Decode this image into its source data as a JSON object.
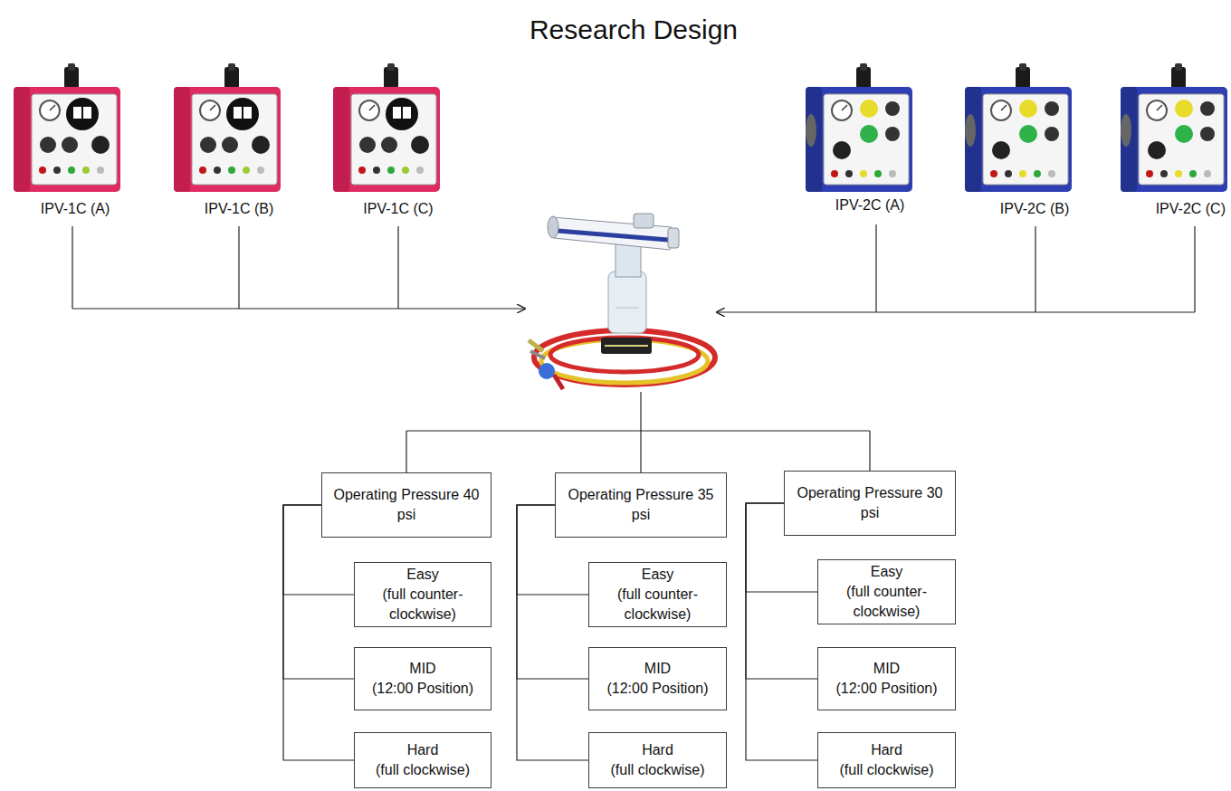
{
  "diagram": {
    "title": "Research Design",
    "nodes": [
      {
        "text": [
          "Operating Pressure 40 psi"
        ]
      },
      {
        "text": [
          "Easy",
          "(full counter-clockwise)"
        ]
      },
      {
        "text": [
          "MID",
          "(12:00 Position)"
        ]
      },
      {
        "text": [
          "Hard",
          "(full clockwise)"
        ]
      },
      {
        "text": [
          "Operating Pressure 35 psi"
        ]
      },
      {
        "text": [
          "Easy",
          "(full counter-clockwise)"
        ]
      },
      {
        "text": [
          "MID",
          "(12:00 Position)"
        ]
      },
      {
        "text": [
          "Hard",
          "(full clockwise)"
        ]
      },
      {
        "text": [
          "Operating Pressure 30 psi"
        ]
      },
      {
        "text": [
          "Easy",
          "(full counter-clockwise)"
        ]
      },
      {
        "text": [
          "MID",
          "(12:00 Position)"
        ]
      },
      {
        "text": [
          "Hard",
          "(full clockwise)"
        ]
      }
    ],
    "edges": [
      {
        "from": 0,
        "to": 1,
        "arrow": "none"
      },
      {
        "from": 0,
        "to": 2,
        "arrow": "none"
      },
      {
        "from": 0,
        "to": 3,
        "arrow": "none"
      },
      {
        "from": 4,
        "to": 5,
        "arrow": "none"
      },
      {
        "from": 4,
        "to": 6,
        "arrow": "none"
      },
      {
        "from": 4,
        "to": 7,
        "arrow": "none"
      },
      {
        "from": 8,
        "to": 9,
        "arrow": "none"
      },
      {
        "from": 8,
        "to": 10,
        "arrow": "none"
      },
      {
        "from": 8,
        "to": 11,
        "arrow": "none"
      }
    ],
    "labels": [
      "IPV-1C (A)",
      "IPV-1C (B)",
      "IPV-1C (C)",
      "IPV-2C (A)",
      "IPV-2C (B)",
      "IPV-2C (C)"
    ]
  }
}
